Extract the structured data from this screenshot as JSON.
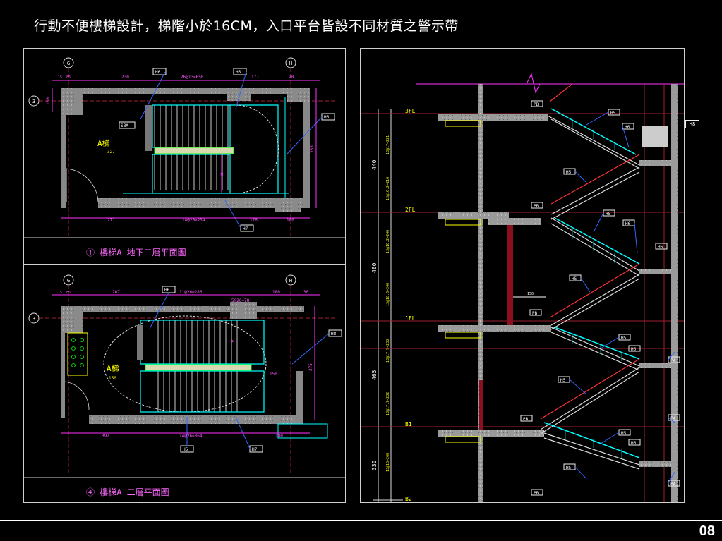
{
  "slide": {
    "title": "行動不便樓梯設計，梯階小於16CM，入口平台皆設不同材質之警示帶",
    "page_number": "08"
  },
  "plan_top": {
    "caption": "① 樓梯A 地下二層平面圖",
    "grid_labels": [
      "G",
      "H",
      "3"
    ],
    "stair_label": "A梯",
    "dims_top": [
      "230",
      "26@13=650",
      "177",
      "90"
    ],
    "dims_bottom": [
      "271",
      "18@20=234",
      "176",
      "100"
    ],
    "dims_left": [
      "130"
    ],
    "dims_right": [
      "355"
    ],
    "small_dims": [
      "15",
      "85",
      "327"
    ],
    "tags": [
      "H6",
      "H5",
      "H6",
      "H7",
      "SBA"
    ]
  },
  "plan_bottom": {
    "caption": "④ 樓梯A 二層平面圖",
    "grid_labels": [
      "G",
      "H",
      "3"
    ],
    "stair_label": "A梯",
    "dims_top": [
      "267",
      "11@26=286",
      "5@26=78",
      "180",
      "30"
    ],
    "dims_bottom": [
      "392",
      "14@26=364",
      "100"
    ],
    "dims_right": [
      "275"
    ],
    "small_dims": [
      "15",
      "85",
      "150",
      "150"
    ],
    "tags": [
      "H6",
      "H8",
      "H5",
      "H7"
    ]
  },
  "section": {
    "floor_labels": [
      "3FL",
      "2FL",
      "1FL",
      "B1",
      "B2"
    ],
    "level_dims": [
      "440",
      "480",
      "465",
      "330"
    ],
    "sub_dims": [
      "13@17=221",
      "13@16.2=210",
      "13@16.2=240",
      "13@18.3=240",
      "13@17.9=233",
      "13@17.7=232",
      "13@16=208"
    ],
    "tags": [
      "PB",
      "H5",
      "H6",
      "H8",
      "H5",
      "PB",
      "H5",
      "H6",
      "H6",
      "H5",
      "PB",
      "H5",
      "H6",
      "P4",
      "H5",
      "PB",
      "H5",
      "H6",
      "P4",
      "H5",
      "PB",
      "P4"
    ],
    "small_dim": "150"
  }
}
